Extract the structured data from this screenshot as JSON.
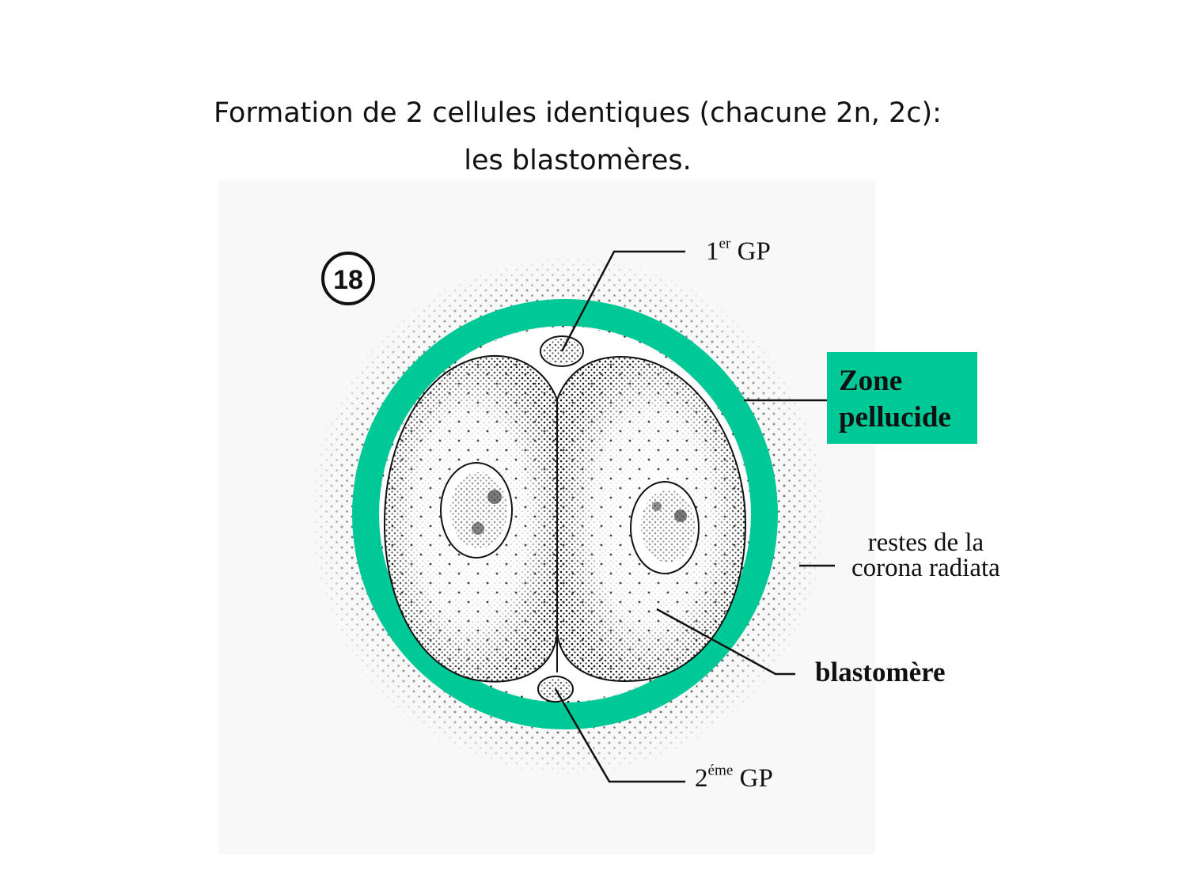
{
  "title": {
    "line1": "Formation de 2 cellules identiques (chacune 2n, 2c):",
    "line2": "les blastomères."
  },
  "figure": {
    "number": "18"
  },
  "labels": {
    "gp1": {
      "base": "1",
      "sup": "er",
      "text": "GP"
    },
    "gp2": {
      "base": "2",
      "sup": "éme",
      "text": "GP"
    },
    "zone_pellucide": {
      "line1": "Zone",
      "line2": "pellucide"
    },
    "corona": {
      "line1": "restes de la",
      "line2": "corona radiata"
    },
    "blastomere": "blastomère"
  },
  "colors": {
    "zone_pellucide": "#00c896",
    "ink": "#111111"
  }
}
